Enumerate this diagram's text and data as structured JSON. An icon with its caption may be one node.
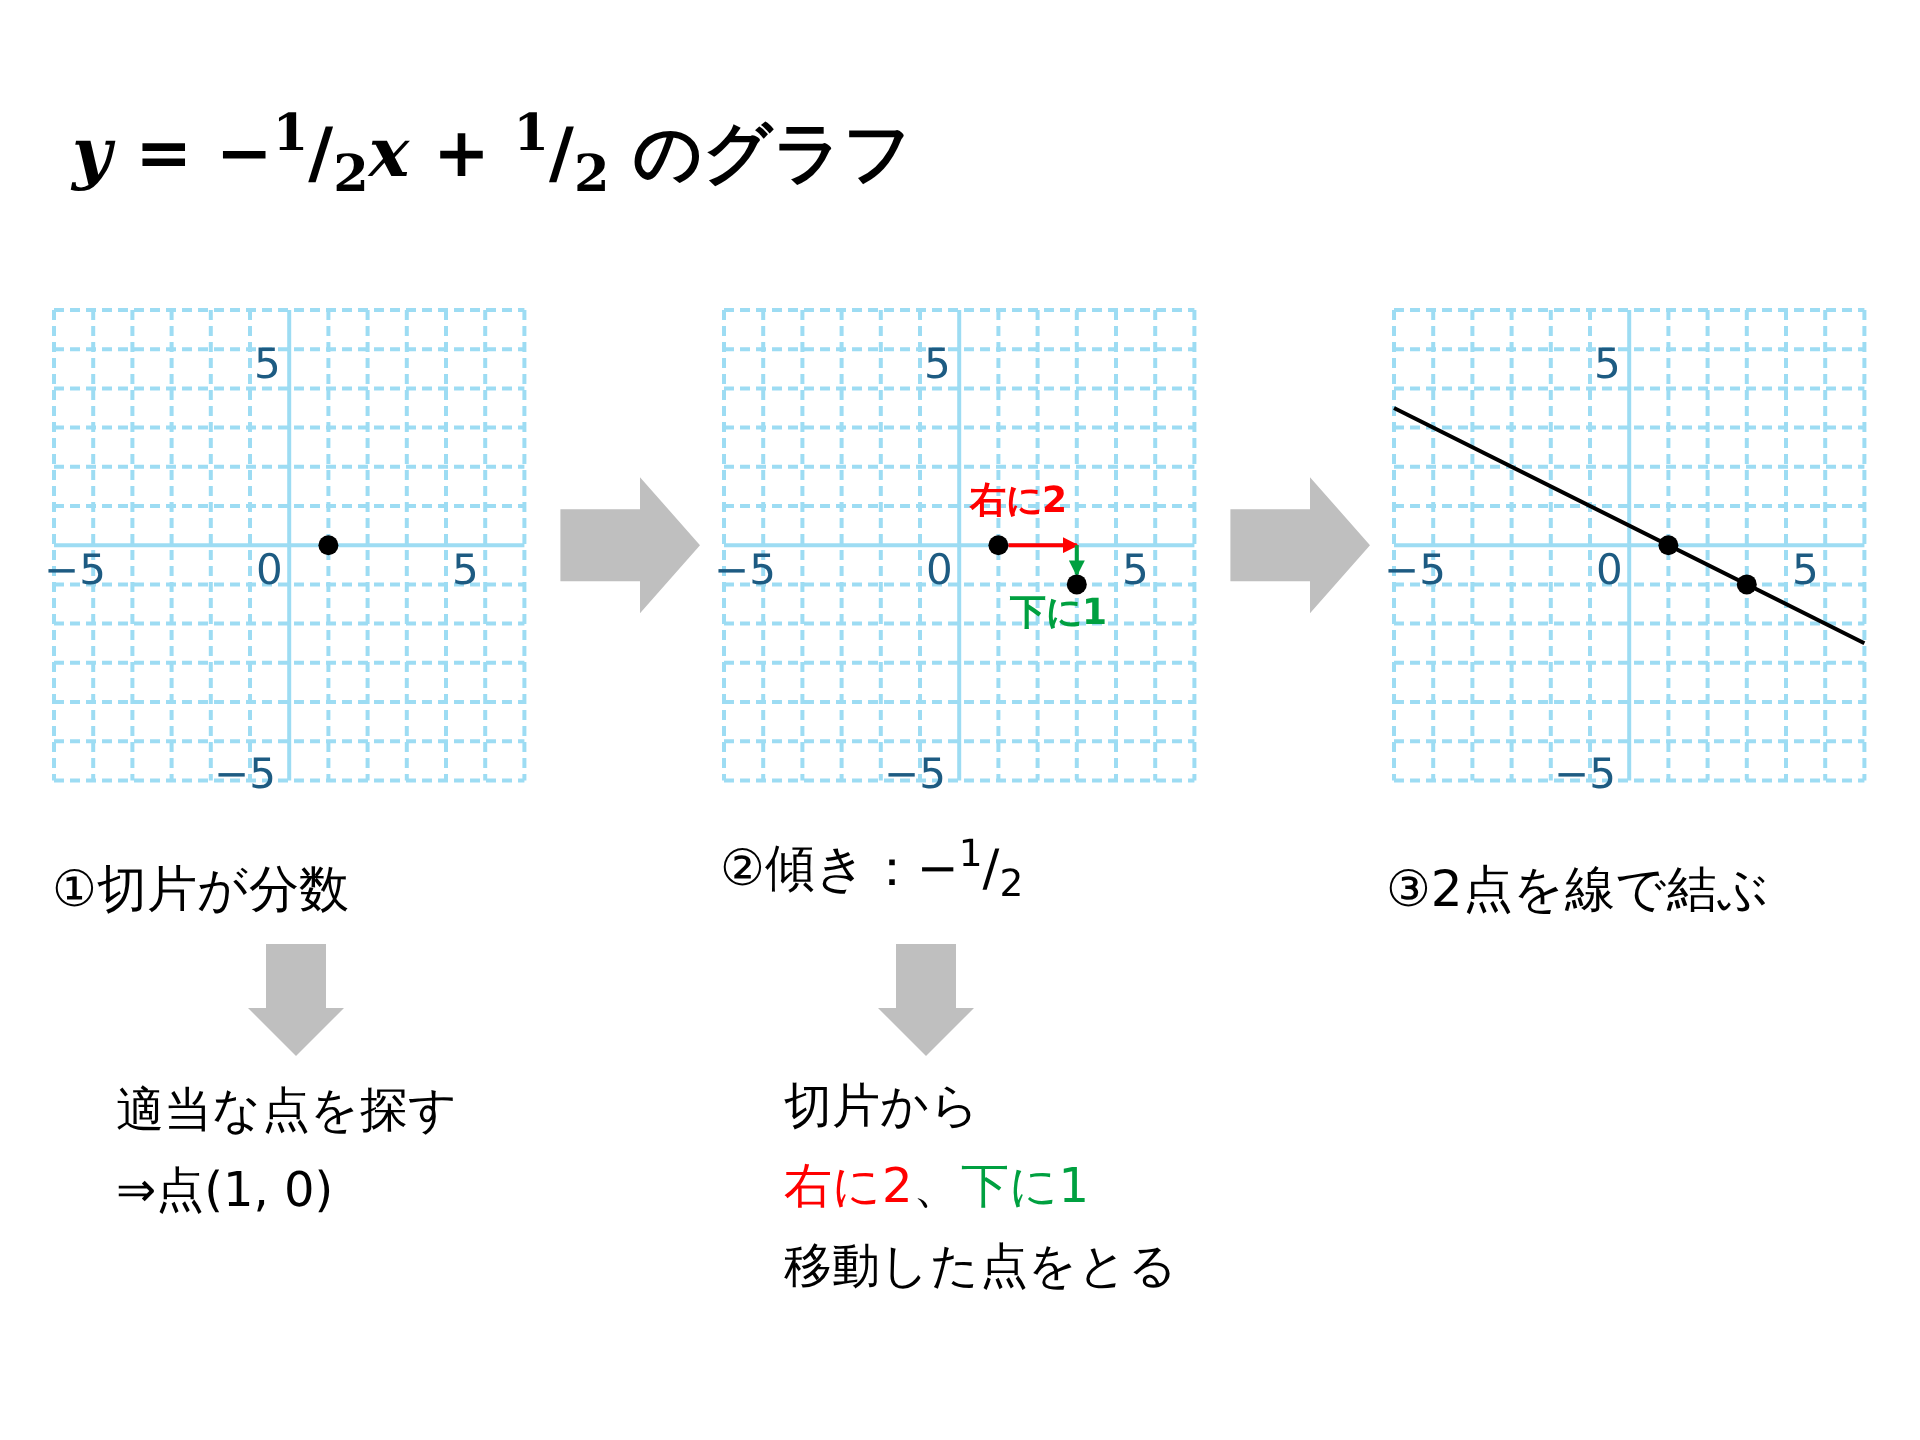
{
  "diagram": {
    "title": "*y* = −$^{1}$/$_{2}$*x* + $^{1}$/$_{2}$ のグラフ",
    "nodes": [
      {
        "text": [],
        "shape": "grid"
      },
      {
        "text": [],
        "shape": "grid"
      },
      {
        "text": [],
        "shape": "grid"
      },
      {
        "text": [
          "①切片が分数"
        ]
      },
      {
        "text": [
          "適当な点を探す",
          "⇒点(1, 0)"
        ]
      },
      {
        "text": [
          "②傾き：−$^{1}$/$_{2}$"
        ]
      },
      {
        "text": [
          "切片から",
          "右に2",
          "、",
          "下に1",
          "移動した点をとる"
        ]
      },
      {
        "text": [
          "③2点を線で結ぶ"
        ]
      }
    ],
    "edges": [
      {
        "from": 0,
        "to": 1,
        "arrow": "to"
      },
      {
        "from": 1,
        "to": 2,
        "arrow": "to"
      },
      {
        "from": 3,
        "to": 4,
        "arrow": "to"
      },
      {
        "from": 5,
        "to": 6,
        "arrow": "to"
      }
    ],
    "labels": [
      "5",
      "−5",
      "0",
      "5",
      "−5",
      "5",
      "−5",
      "0",
      "5",
      "−5",
      "右に2",
      "下に1",
      "5",
      "−5",
      "0",
      "5",
      "−5"
    ]
  }
}
